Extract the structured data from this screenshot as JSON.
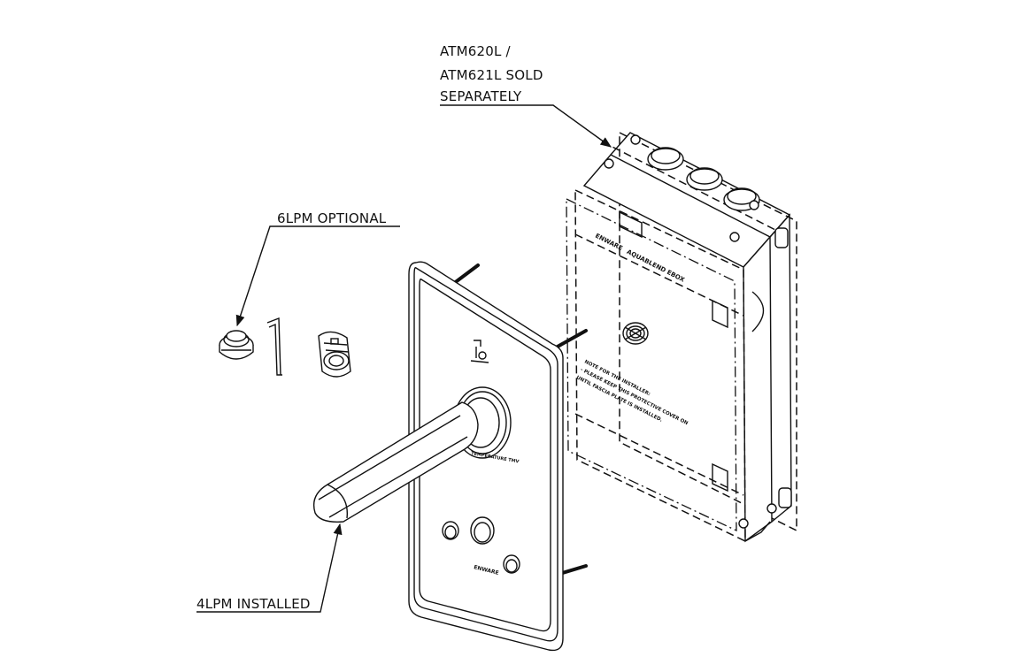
{
  "callouts": {
    "box_line1": "ATM620L /",
    "box_line2": "ATM621L SOLD",
    "box_line3": "SEPARATELY",
    "optional": "6LPM OPTIONAL",
    "installed": "4LPM INSTALLED"
  },
  "box_labels": {
    "brand": "ENWARE",
    "product": "AQUABLEND EBOX",
    "note1": "NOTE FOR THE INSTALLER:",
    "note2": "- PLEASE KEEP THIS PROTECTIVE COVER ON",
    "note3": "UNTIL FASCIA PLATE IS INSTALLED."
  },
  "plate_labels": {
    "temp": "TEMPERATURE TMV",
    "brand": "ENWARE"
  }
}
